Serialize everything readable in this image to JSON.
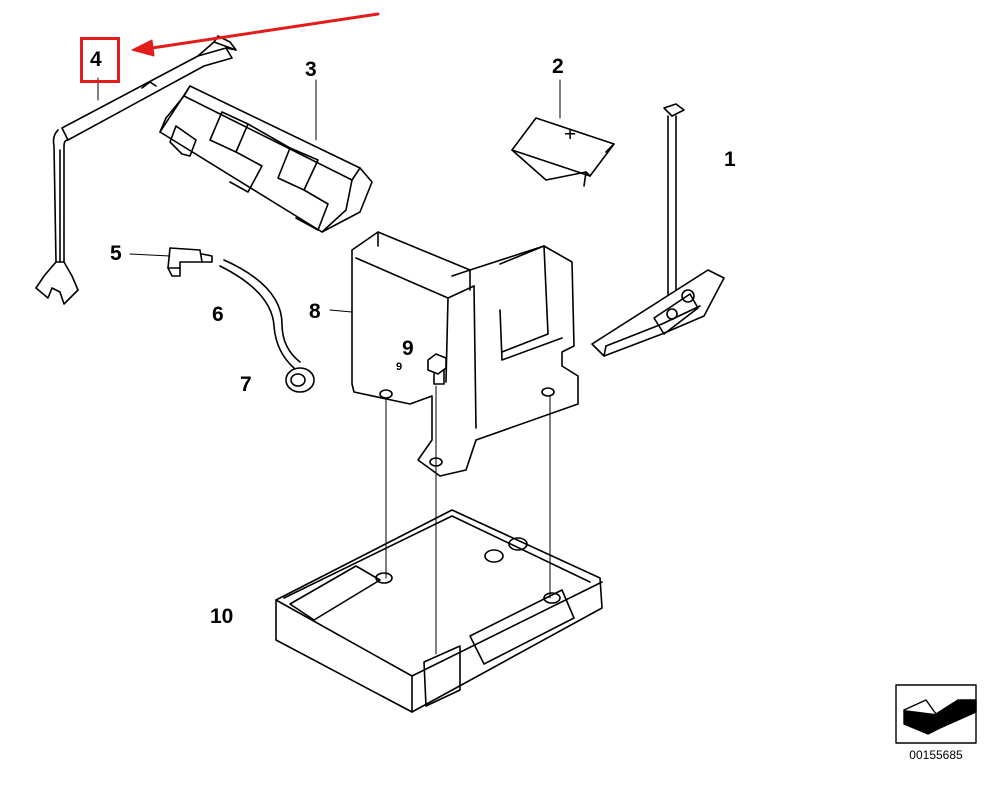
{
  "callouts": {
    "c1": "1",
    "c2": "2",
    "c3": "3",
    "c4": "4",
    "c5": "5",
    "c6": "6",
    "c7": "7",
    "c8": "8",
    "c9": "9",
    "c9_small": "9",
    "c10": "10"
  },
  "part2_symbol": "+",
  "document_number": "00155685",
  "colors": {
    "line": "#000000",
    "highlight": "#e31b1b",
    "background": "#ffffff"
  },
  "icons": {
    "highlight_arrow": "red-arrow-icon",
    "view_direction": "view-direction-icon"
  }
}
